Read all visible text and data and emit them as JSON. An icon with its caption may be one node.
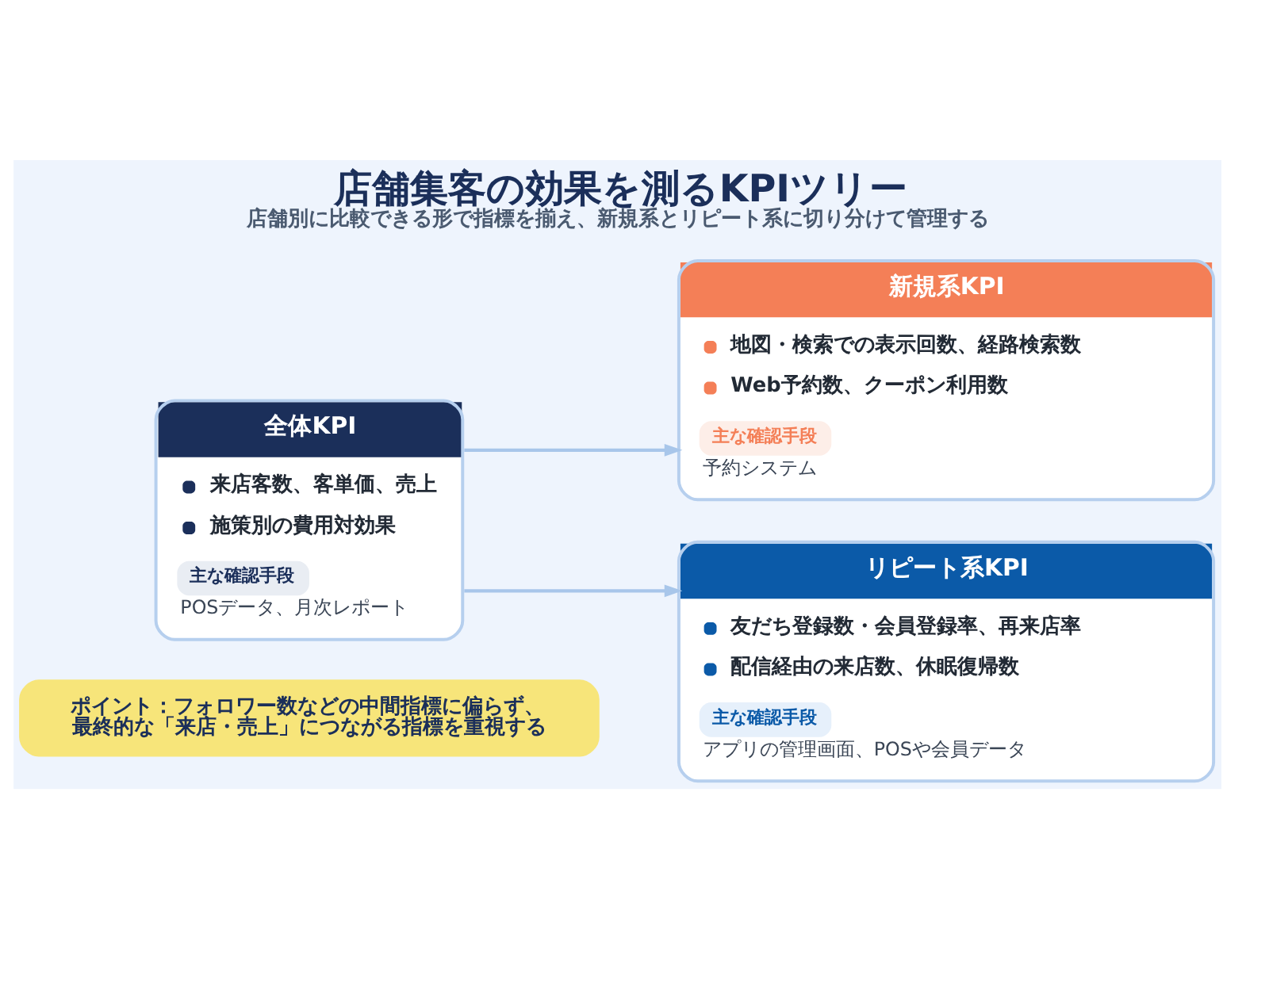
{
  "diagram": {
    "title": "店舗集客の効果を測るKPIツリー",
    "caption": "店舗別に比較できる形で指標を揃え、新規系とリピート系に切り分けて管理する",
    "nodes": [
      {
        "text": [
          "全体KPI",
          "来店客数、客単価、売上",
          "施策別の費用対効果",
          "主な確認手段",
          "POSデータ、月次レポート"
        ]
      },
      {
        "text": [
          "新規系KPI",
          "地図・検索での表示回数、経路検索数",
          "Web予約数、クーポン利用数",
          "主な確認手段",
          "予約システム"
        ]
      },
      {
        "text": [
          "リピート系KPI",
          "友だち登録数・会員登録率、再来店率",
          "配信経由の来店数、休眠復帰数",
          "主な確認手段",
          "アプリの管理画面、POSや会員データ"
        ]
      },
      {
        "text": [
          "ポイント：フォロワー数などの中間指標に偏らず、最終的な「来店・売上」につながる指標を重視する"
        ]
      }
    ],
    "edges": [
      {
        "from": 0,
        "to": 1,
        "arrow": "to"
      },
      {
        "from": 0,
        "to": 2,
        "arrow": "to"
      }
    ]
  }
}
